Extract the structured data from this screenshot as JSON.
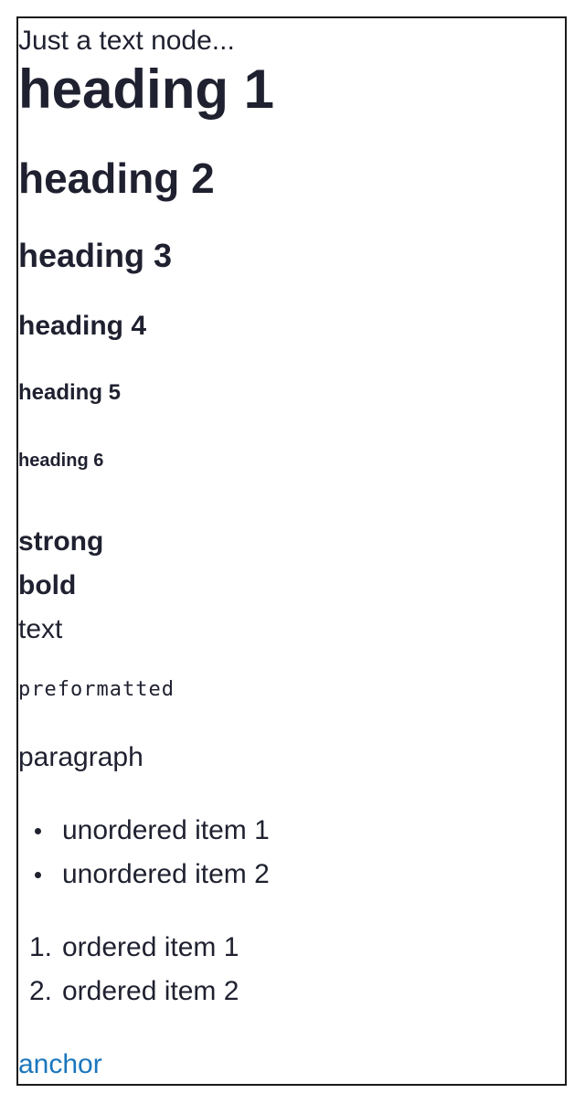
{
  "text_node": "Just a text node...",
  "headings": {
    "h1": "heading 1",
    "h2": "heading 2",
    "h3": "heading 3",
    "h4": "heading 4",
    "h5": "heading 5",
    "h6": "heading 6"
  },
  "inline": {
    "strong": "strong",
    "bold": "bold",
    "text": "text"
  },
  "preformatted": "preformatted",
  "paragraph": "paragraph",
  "unordered_list": {
    "items": [
      {
        "label": "unordered item 1"
      },
      {
        "label": "unordered item 2"
      }
    ]
  },
  "ordered_list": {
    "items": [
      {
        "marker": "1.",
        "label": "ordered item 1"
      },
      {
        "marker": "2.",
        "label": "ordered item 2"
      }
    ]
  },
  "anchor": {
    "label": "anchor",
    "color": "#1a76bd"
  },
  "colors": {
    "text": "#1f2130",
    "border": "#1b1b1b",
    "background": "#ffffff"
  }
}
